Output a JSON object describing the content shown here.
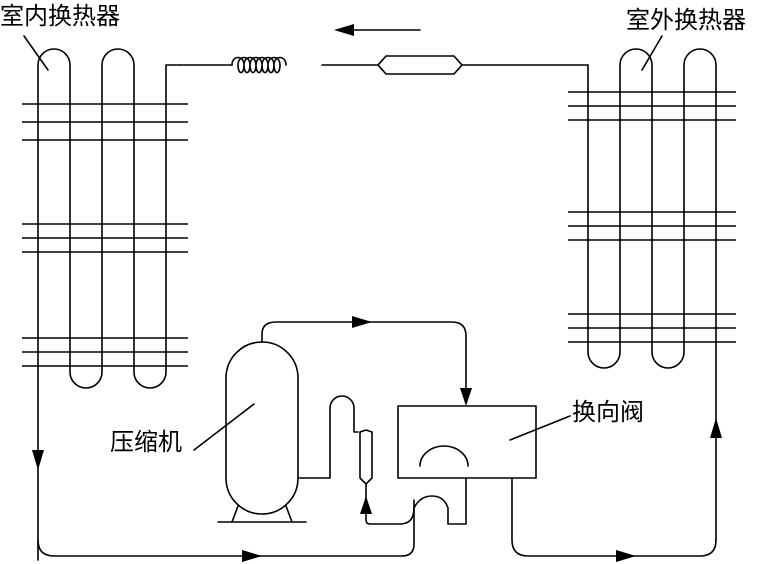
{
  "labels": {
    "indoor_hx": "室内换热器",
    "outdoor_hx": "室外换热器",
    "compressor": "压缩机",
    "reversing_valve": "换向阀"
  },
  "colors": {
    "line": "#000000",
    "background": "#ffffff"
  }
}
